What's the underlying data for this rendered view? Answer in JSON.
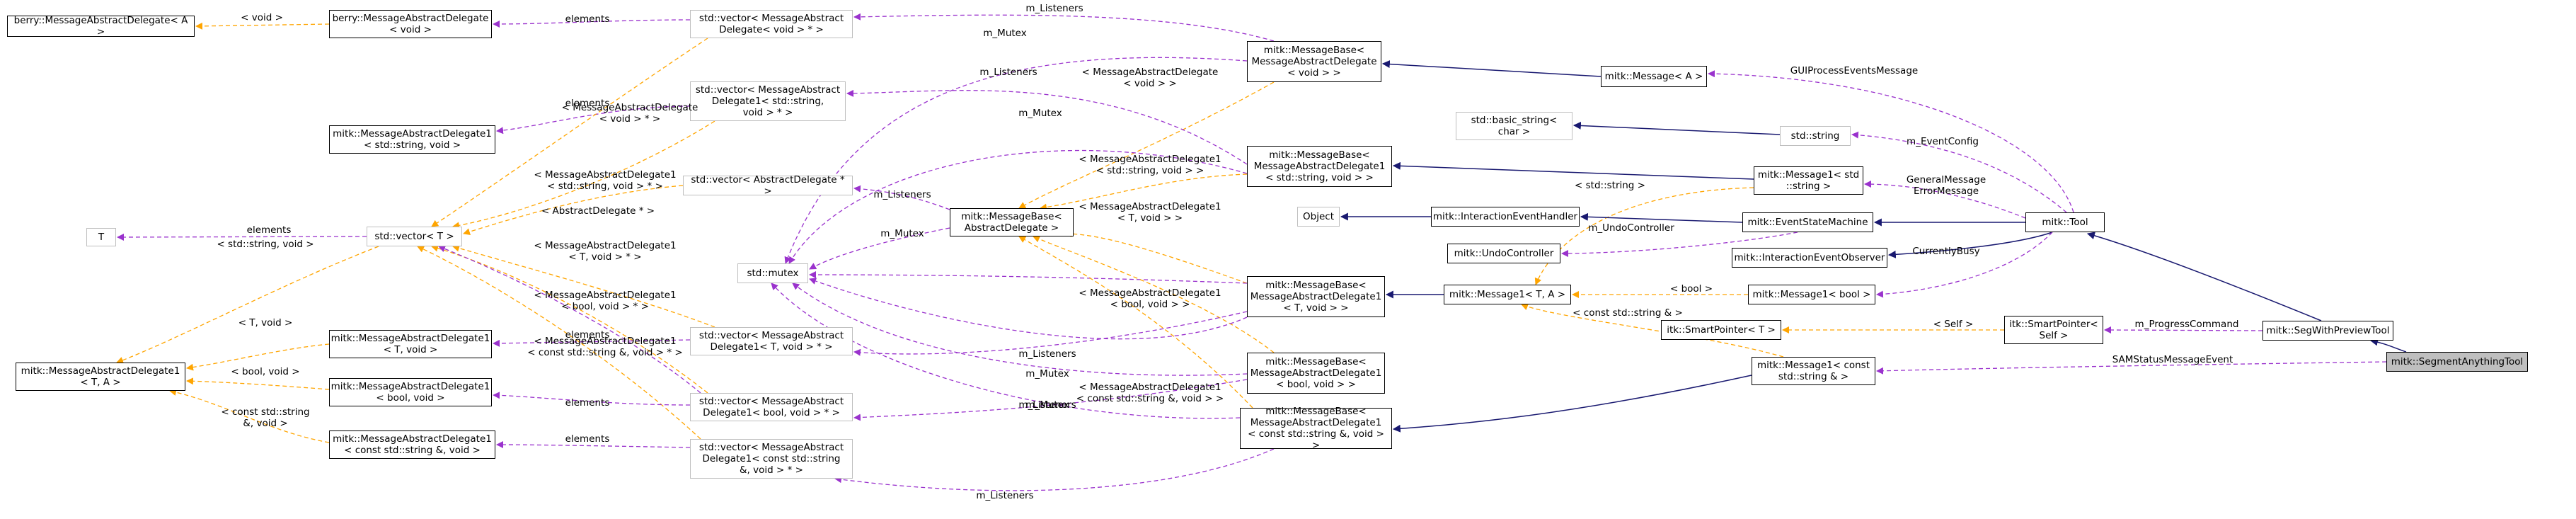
{
  "colors": {
    "purple": "#9a32cd",
    "orange": "#ffa500",
    "navy": "#191970",
    "node_border": "#000000",
    "node_border_gray": "#bfbfbf",
    "highlight": "#bfbfbf"
  },
  "nodes": [
    {
      "id": "berry_delegate_a",
      "label": "berry::MessageAbstractDelegate< A >",
      "style": "solid"
    },
    {
      "id": "berry_delegate_void",
      "label": "berry::MessageAbstractDelegate\n< void >",
      "style": "solid"
    },
    {
      "id": "vec_delegate",
      "label": "std::vector< MessageAbstract\nDelegate< void > * >",
      "style": "gray"
    },
    {
      "id": "base_delegate_void",
      "label": "mitk::MessageBase<\nMessageAbstractDelegate\n< void > >",
      "style": "solid"
    },
    {
      "id": "message_a",
      "label": "mitk::Message< A >",
      "style": "solid"
    },
    {
      "id": "vec_delegate1_string",
      "label": "std::vector< MessageAbstract\nDelegate1< std::string,\nvoid > * >",
      "style": "gray"
    },
    {
      "id": "delegate1_string",
      "label": "mitk::MessageAbstractDelegate1\n< std::string, void >",
      "style": "solid"
    },
    {
      "id": "std_basic_string",
      "label": "std::basic_string<\nchar >",
      "style": "gray"
    },
    {
      "id": "std_string",
      "label": "std::string",
      "style": "gray"
    },
    {
      "id": "base_delegate1_string",
      "label": "mitk::MessageBase<\nMessageAbstractDelegate1\n< std::string, void > >",
      "style": "solid"
    },
    {
      "id": "message1_string",
      "label": "mitk::Message1< std\n::string >",
      "style": "solid"
    },
    {
      "id": "vec_abstract",
      "label": "std::vector< AbstractDelegate * >",
      "style": "gray"
    },
    {
      "id": "t_node",
      "label": "T",
      "style": "gray"
    },
    {
      "id": "vector_t",
      "label": "std::vector< T >",
      "style": "gray"
    },
    {
      "id": "base_abstract",
      "label": "mitk::MessageBase<\nAbstractDelegate >",
      "style": "solid"
    },
    {
      "id": "object",
      "label": "Object",
      "style": "gray"
    },
    {
      "id": "interaction_handler",
      "label": "mitk::InteractionEventHandler",
      "style": "solid"
    },
    {
      "id": "state_machine",
      "label": "mitk::EventStateMachine",
      "style": "solid"
    },
    {
      "id": "tool",
      "label": "mitk::Tool",
      "style": "solid"
    },
    {
      "id": "undo_controller",
      "label": "mitk::UndoController",
      "style": "solid"
    },
    {
      "id": "interaction_observer",
      "label": "mitk::InteractionEventObserver",
      "style": "solid"
    },
    {
      "id": "std_mutex",
      "label": "std::mutex",
      "style": "gray"
    },
    {
      "id": "base_delegate1_t",
      "label": "mitk::MessageBase<\nMessageAbstractDelegate1\n< T, void > >",
      "style": "solid"
    },
    {
      "id": "message1_ta",
      "label": "mitk::Message1< T, A >",
      "style": "solid"
    },
    {
      "id": "message1_bool",
      "label": "mitk::Message1< bool >",
      "style": "solid"
    },
    {
      "id": "smartpointer_t",
      "label": "itk::SmartPointer< T >",
      "style": "solid"
    },
    {
      "id": "smartpointer_self",
      "label": "itk::SmartPointer<\nSelf >",
      "style": "solid"
    },
    {
      "id": "segwithpreview",
      "label": "mitk::SegWithPreviewTool",
      "style": "solid"
    },
    {
      "id": "segment_anything",
      "label": "mitk::SegmentAnythingTool",
      "style": "highlight"
    },
    {
      "id": "delegate1_ta",
      "label": "mitk::MessageAbstractDelegate1\n< T, A >",
      "style": "solid"
    },
    {
      "id": "delegate1_tvoid",
      "label": "mitk::MessageAbstractDelegate1\n< T, void >",
      "style": "solid"
    },
    {
      "id": "vec_delegate1_t",
      "label": "std::vector< MessageAbstract\nDelegate1< T, void > * >",
      "style": "gray"
    },
    {
      "id": "base_delegate1_bool",
      "label": "mitk::MessageBase<\nMessageAbstractDelegate1\n< bool, void > >",
      "style": "solid"
    },
    {
      "id": "message1_const_string",
      "label": "mitk::Message1< const\nstd::string & >",
      "style": "solid"
    },
    {
      "id": "delegate1_bool",
      "label": "mitk::MessageAbstractDelegate1\n< bool, void >",
      "style": "solid"
    },
    {
      "id": "vec_delegate1_bool",
      "label": "std::vector< MessageAbstract\nDelegate1< bool, void > * >",
      "style": "gray"
    },
    {
      "id": "base_delegate1_const_string",
      "label": "mitk::MessageBase<\nMessageAbstractDelegate1\n< const std::string &, void > >",
      "style": "solid"
    },
    {
      "id": "delegate1_const_string",
      "label": "mitk::MessageAbstractDelegate1\n< const std::string &, void >",
      "style": "solid"
    },
    {
      "id": "vec_delegate1_const_string",
      "label": "std::vector< MessageAbstract\nDelegate1< const std::string\n&, void > * >",
      "style": "gray"
    }
  ],
  "edges": [
    {
      "id": "e1",
      "kind": "orange",
      "label": "< void >"
    },
    {
      "id": "e2",
      "kind": "purple",
      "label": "elements"
    },
    {
      "id": "e3",
      "kind": "purple",
      "label": "m_Listeners"
    },
    {
      "id": "e4",
      "kind": "navy",
      "label": ""
    },
    {
      "id": "e5",
      "kind": "purple",
      "label": "GUIProcessEventsMessage"
    },
    {
      "id": "e6",
      "kind": "purple",
      "label": "m_Mutex"
    },
    {
      "id": "e7",
      "kind": "orange",
      "label": "< MessageAbstractDelegate\n< void > >"
    },
    {
      "id": "e8",
      "kind": "purple",
      "label": "m_Listeners"
    },
    {
      "id": "e9",
      "kind": "purple",
      "label": "elements"
    },
    {
      "id": "e10",
      "kind": "orange",
      "label": "< MessageAbstractDelegate\n< void > * >"
    },
    {
      "id": "e11",
      "kind": "purple",
      "label": "m_Mutex"
    },
    {
      "id": "e12",
      "kind": "navy",
      "label": ""
    },
    {
      "id": "e13",
      "kind": "purple",
      "label": "m_EventConfig"
    },
    {
      "id": "e14",
      "kind": "orange",
      "label": "< MessageAbstractDelegate1\n< std::string, void > * >"
    },
    {
      "id": "e15",
      "kind": "orange",
      "label": "< MessageAbstractDelegate1\n< std::string, void > >"
    },
    {
      "id": "e16",
      "kind": "navy",
      "label": ""
    },
    {
      "id": "e17",
      "kind": "purple",
      "label": "GeneralMessage\nErrorMessage"
    },
    {
      "id": "e18",
      "kind": "orange",
      "label": "< std::string >"
    },
    {
      "id": "e19",
      "kind": "orange",
      "label": "< AbstractDelegate * >"
    },
    {
      "id": "e20",
      "kind": "purple",
      "label": "m_Listeners"
    },
    {
      "id": "e21",
      "kind": "purple",
      "label": "elements"
    },
    {
      "id": "e22",
      "kind": "orange",
      "label": "< std::string, void >"
    },
    {
      "id": "e23",
      "kind": "purple",
      "label": "m_Mutex"
    },
    {
      "id": "e24",
      "kind": "navy",
      "label": ""
    },
    {
      "id": "e25",
      "kind": "navy",
      "label": ""
    },
    {
      "id": "e26",
      "kind": "navy",
      "label": ""
    },
    {
      "id": "e27",
      "kind": "purple",
      "label": "m_UndoController"
    },
    {
      "id": "e28",
      "kind": "navy",
      "label": ""
    },
    {
      "id": "e29",
      "kind": "orange",
      "label": "< MessageAbstractDelegate1\n< T, void > >"
    },
    {
      "id": "e30",
      "kind": "orange",
      "label": "< MessageAbstractDelegate1\n< T, void > * >"
    },
    {
      "id": "e31",
      "kind": "purple",
      "label": "m_Mutex"
    },
    {
      "id": "e32",
      "kind": "navy",
      "label": ""
    },
    {
      "id": "e33",
      "kind": "orange",
      "label": "< bool >"
    },
    {
      "id": "e34",
      "kind": "purple",
      "label": "CurrentlyBusy"
    },
    {
      "id": "e35",
      "kind": "orange",
      "label": "< Self >"
    },
    {
      "id": "e36",
      "kind": "purple",
      "label": "m_ProgressCommand"
    },
    {
      "id": "e37",
      "kind": "navy",
      "label": ""
    },
    {
      "id": "e38",
      "kind": "navy",
      "label": ""
    },
    {
      "id": "e39",
      "kind": "purple",
      "label": "SAMStatusMessageEvent"
    },
    {
      "id": "e40",
      "kind": "orange",
      "label": "< const std::string & >"
    },
    {
      "id": "e41",
      "kind": "orange",
      "label": "< MessageAbstractDelegate1\n< bool, void > >"
    },
    {
      "id": "e42",
      "kind": "orange",
      "label": "< MessageAbstractDelegate1\n< const std::string &, void > >"
    },
    {
      "id": "e43",
      "kind": "orange",
      "label": "< MessageAbstractDelegate1\n< bool, void > * >"
    },
    {
      "id": "e44",
      "kind": "orange",
      "label": "< MessageAbstractDelegate1\n< const std::string &, void > * >"
    },
    {
      "id": "e45",
      "kind": "orange",
      "label": "< T, void >"
    },
    {
      "id": "e46",
      "kind": "orange",
      "label": "< bool, void >"
    },
    {
      "id": "e47",
      "kind": "orange",
      "label": "< const std::string\n&, void >"
    },
    {
      "id": "e48",
      "kind": "purple",
      "label": "elements"
    },
    {
      "id": "e49",
      "kind": "purple",
      "label": "elements"
    },
    {
      "id": "e50",
      "kind": "purple",
      "label": "elements"
    },
    {
      "id": "e51",
      "kind": "purple",
      "label": "m_Listeners"
    },
    {
      "id": "e52",
      "kind": "purple",
      "label": "m_Mutex"
    },
    {
      "id": "e53",
      "kind": "purple",
      "label": "m_Listeners"
    },
    {
      "id": "e54",
      "kind": "purple",
      "label": "m_Mutex"
    },
    {
      "id": "e55",
      "kind": "purple",
      "label": "m_Listeners"
    },
    {
      "id": "e56",
      "kind": "navy",
      "label": ""
    },
    {
      "id": "e57",
      "kind": "purple",
      "label": "m_Mutex"
    },
    {
      "id": "e58",
      "kind": "purple",
      "label": "elements"
    }
  ]
}
